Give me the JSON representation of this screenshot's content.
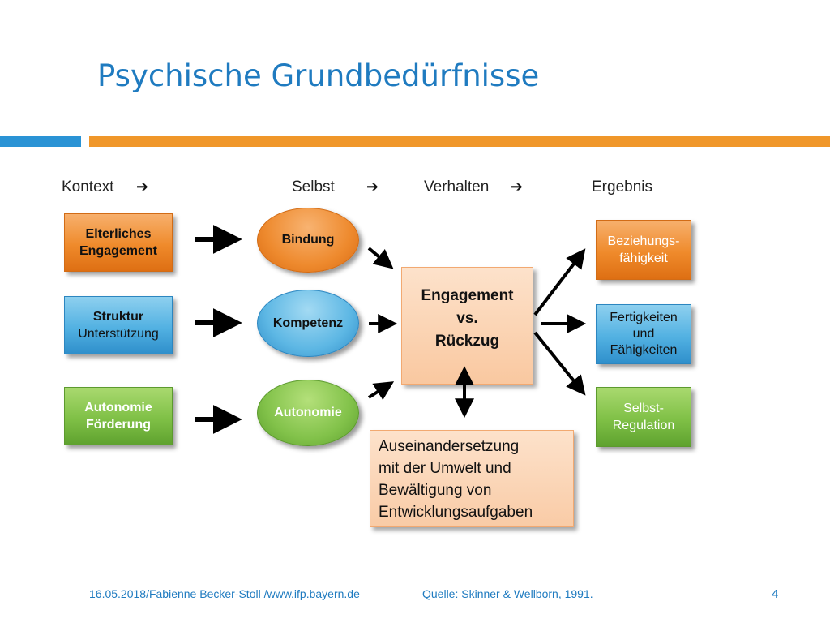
{
  "title": "Psychische Grundbedürfnisse",
  "headers": {
    "kontext": "Kontext",
    "selbst": "Selbst",
    "verhalten": "Verhalten",
    "ergebnis": "Ergebnis",
    "arrow_glyph": "➔"
  },
  "context_boxes": [
    {
      "line1": "Elterliches",
      "line2": "Engagement",
      "color": "#ef8a2b"
    },
    {
      "line1": "Struktur",
      "line2": "Unterstützung",
      "color": "#52b1e2"
    },
    {
      "line1": "Autonomie",
      "line2": "Förderung",
      "color": "#7fc046"
    }
  ],
  "self_ellipses": [
    {
      "label": "Bindung",
      "color": "#ef8a2b"
    },
    {
      "label": "Kompetenz",
      "color": "#5db7e4"
    },
    {
      "label": "Autonomie",
      "color": "#82c24a"
    }
  ],
  "center": {
    "line1": "Engagement",
    "line2": "vs.",
    "line3": "Rückzug"
  },
  "note": {
    "line1": "Auseinandersetzung",
    "line2": "mit der Umwelt und",
    "line3": "Bewältigung von",
    "line4": "Entwicklungsaufgaben"
  },
  "outcome_boxes": [
    {
      "line1": "Beziehungs-",
      "line2": "fähigkeit",
      "line3": ""
    },
    {
      "line1": "Fertigkeiten",
      "line2": "und",
      "line3": "Fähigkeiten"
    },
    {
      "line1": "Selbst-",
      "line2": "Regulation",
      "line3": ""
    }
  ],
  "footer": {
    "left": "16.05.2018/Fabienne Becker-Stoll /www.ifp.bayern.de",
    "source": "Quelle: Skinner & Wellborn, 1991.",
    "page": "4"
  },
  "colors": {
    "title": "#1f7bc0",
    "accent_blue": "#2a93d5",
    "accent_orange": "#f0972a"
  }
}
